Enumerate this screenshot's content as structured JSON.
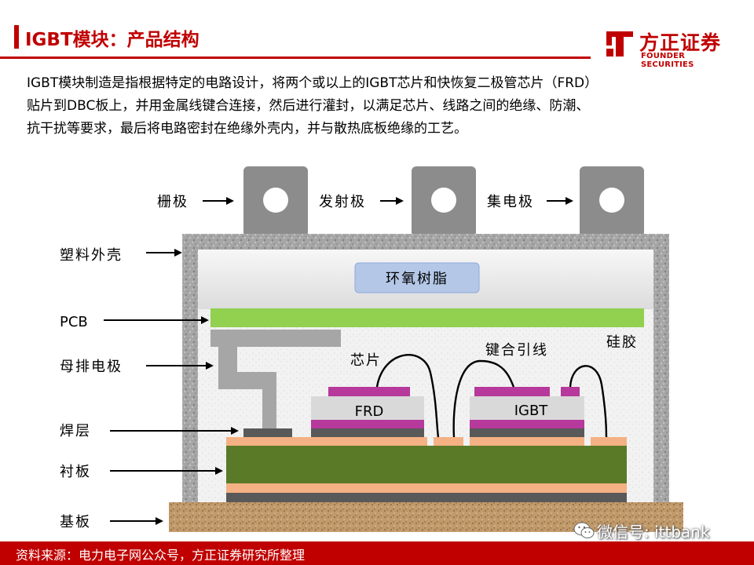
{
  "header": {
    "title": "IGBT模块：产品结构",
    "logo_cn": "方正证券",
    "logo_en": "FOUNDER SECURITIES"
  },
  "description": [
    "IGBT模块制造是指根据特定的电路设计，将两个或以上的IGBT芯片和快恢复二极管芯片（FRD）",
    "贴片到DBC板上，并用金属线键合连接，然后进行灌封，以满足芯片、线路之间的绝缘、防潮、",
    "抗干扰等要求，最后将电路密封在绝缘外壳内，并与散热底板绝缘的工艺。"
  ],
  "diagram": {
    "terminals": [
      "栅极",
      "发射极",
      "集电极"
    ],
    "left_labels": [
      "塑料外壳",
      "PCB",
      "母排电极",
      "焊层",
      "衬板",
      "基板"
    ],
    "epoxy": "环氧树脂",
    "silicone": "硅胶",
    "chip_label": "芯片",
    "bond_wire_label": "键合引线",
    "frd_label": "FRD",
    "igbt_label": "IGBT",
    "colors": {
      "housing": "#9e9e9e",
      "epoxy": "#e8e8e8",
      "pcb": "#92d050",
      "substrate": "#5a7a28",
      "copper": "#f4b183",
      "baseplate": "#c19a6b",
      "metallization": "#b6399b",
      "solder": "#595959",
      "chip": "#d9d9d9",
      "accent": "#c00000"
    }
  },
  "footer": {
    "source": "资料来源：电力电子网公众号，方正证券研究所整理",
    "wechat": "微信号: ittbank"
  }
}
